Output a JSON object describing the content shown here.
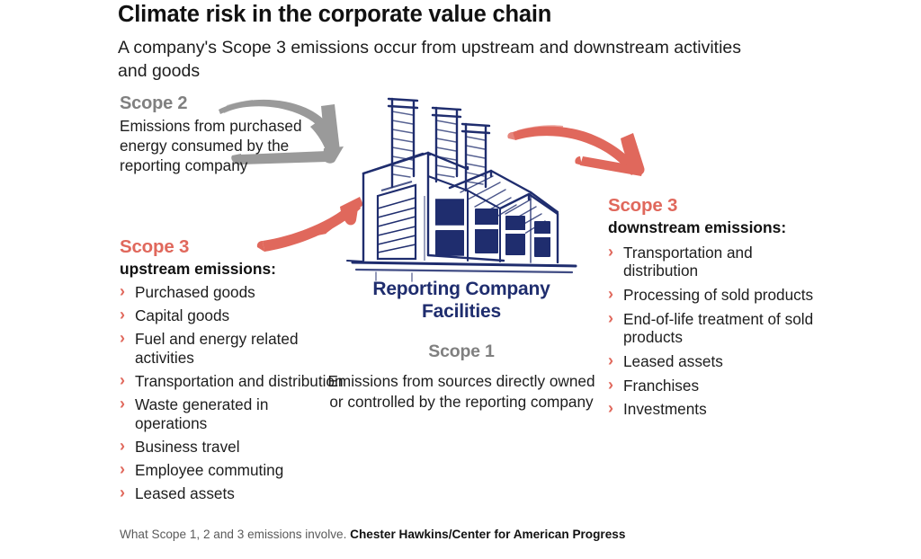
{
  "header": {
    "title": "Climate risk in the corporate value chain",
    "subtitle": "A company's Scope 3 emissions occur from upstream and downstream activities and goods"
  },
  "scope2": {
    "heading": "Scope 2",
    "body": "Emissions from purchased energy consumed by the reporting company"
  },
  "scope3_upstream": {
    "heading": "Scope 3",
    "subheading": "upstream emissions:",
    "items": [
      "Purchased goods",
      "Capital goods",
      "Fuel and energy related activities",
      "Transportation and distribution",
      "Waste generated in operations",
      "Business travel",
      "Employee commuting",
      "Leased assets"
    ]
  },
  "scope3_downstream": {
    "heading": "Scope 3",
    "subheading": "downstream emissions:",
    "items": [
      "Transportation and distribution",
      "Processing of sold products",
      "End-of-life treatment of sold products",
      "Leased assets",
      "Franchises",
      "Investments"
    ]
  },
  "center": {
    "facility_title": "Reporting Company Facilities",
    "scope1_heading": "Scope 1",
    "scope1_body": "Emissions from sources directly owned or controlled by the reporting company"
  },
  "footer": {
    "caption": "What Scope 1, 2 and 3 emissions involve.",
    "credit": "Chester Hawkins/Center for American Progress"
  },
  "icons": {
    "bullet_chevron": "›"
  },
  "colors": {
    "coral": "#E0685C",
    "gray": "#808080",
    "navy": "#1F2D6E",
    "background": "#FFFFFF"
  }
}
